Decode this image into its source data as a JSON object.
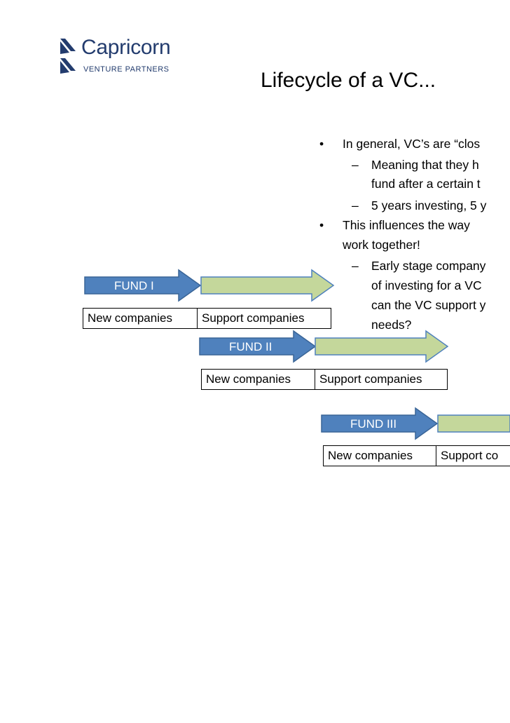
{
  "logo": {
    "name": "Capricorn",
    "tagline": "VENTURE PARTNERS"
  },
  "slide": {
    "title": "Lifecycle of a VC...",
    "bullets": [
      {
        "marker": "•",
        "text": "In general, VC’s are “clos"
      },
      {
        "marker": "–",
        "text": "Meaning that they h"
      },
      {
        "marker": "",
        "text": "fund after a certain t"
      },
      {
        "marker": "–",
        "text": "5 years investing, 5 y"
      },
      {
        "marker": "•",
        "text": "This influences the way"
      },
      {
        "marker": "",
        "text": "work together!"
      },
      {
        "marker": "–",
        "text": "Early stage company"
      },
      {
        "marker": "",
        "text": "of investing for a VC"
      },
      {
        "marker": "",
        "text": "can the VC support y"
      },
      {
        "marker": "",
        "text": "needs?"
      }
    ]
  },
  "funds": [
    {
      "name": "FUND I",
      "new_label": "New companies",
      "support_label": "Support companies"
    },
    {
      "name": "FUND II",
      "new_label": "New companies",
      "support_label": "Support companies"
    },
    {
      "name": "FUND III",
      "new_label": "New companies",
      "support_label": "Support co"
    }
  ],
  "colors": {
    "fund_arrow": "#4f81bd",
    "support_arrow": "#c4d79b",
    "logo": "#233c6e"
  }
}
